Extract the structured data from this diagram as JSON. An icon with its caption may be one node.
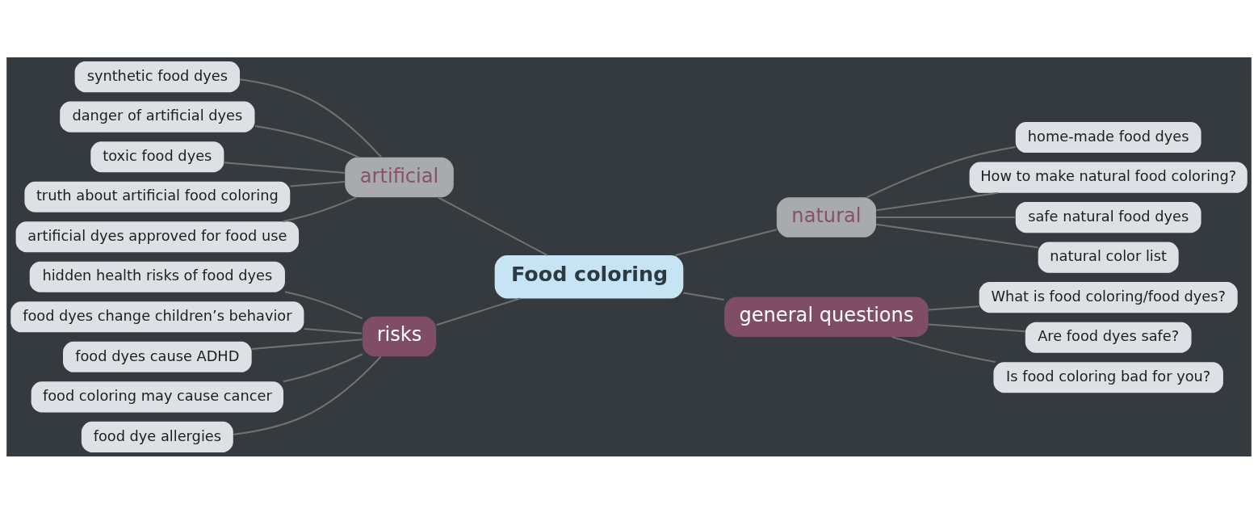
{
  "diagram": {
    "nodes": [
      {
        "text": [
          "Food coloring"
        ]
      },
      {
        "text": [
          "artificial"
        ]
      },
      {
        "text": [
          "synthetic food dyes"
        ]
      },
      {
        "text": [
          "danger of artificial dyes"
        ]
      },
      {
        "text": [
          "toxic food dyes"
        ]
      },
      {
        "text": [
          "truth about artificial food coloring"
        ]
      },
      {
        "text": [
          "artificial dyes approved for food use"
        ]
      },
      {
        "text": [
          "natural"
        ]
      },
      {
        "text": [
          "home-made food dyes"
        ]
      },
      {
        "text": [
          "How to make natural food coloring?"
        ]
      },
      {
        "text": [
          "safe natural food dyes"
        ]
      },
      {
        "text": [
          "natural color list"
        ]
      },
      {
        "text": [
          "risks"
        ]
      },
      {
        "text": [
          "hidden health risks of food dyes"
        ]
      },
      {
        "text": [
          "food dyes change children’s behavior"
        ]
      },
      {
        "text": [
          "food dyes cause ADHD"
        ]
      },
      {
        "text": [
          "food coloring may cause cancer"
        ]
      },
      {
        "text": [
          "food dye allergies"
        ]
      },
      {
        "text": [
          "general questions"
        ]
      },
      {
        "text": [
          "What is food coloring/food dyes?"
        ]
      },
      {
        "text": [
          "Are food dyes safe?"
        ]
      },
      {
        "text": [
          "Is food coloring bad for you?"
        ]
      }
    ],
    "edges": [
      {
        "from": 0,
        "to": 1,
        "arrow": "none"
      },
      {
        "from": 1,
        "to": 2,
        "arrow": "none"
      },
      {
        "from": 1,
        "to": 3,
        "arrow": "none"
      },
      {
        "from": 1,
        "to": 4,
        "arrow": "none"
      },
      {
        "from": 1,
        "to": 5,
        "arrow": "none"
      },
      {
        "from": 1,
        "to": 6,
        "arrow": "none"
      },
      {
        "from": 0,
        "to": 7,
        "arrow": "none"
      },
      {
        "from": 7,
        "to": 8,
        "arrow": "none"
      },
      {
        "from": 7,
        "to": 9,
        "arrow": "none"
      },
      {
        "from": 7,
        "to": 10,
        "arrow": "none"
      },
      {
        "from": 7,
        "to": 11,
        "arrow": "none"
      },
      {
        "from": 0,
        "to": 12,
        "arrow": "none"
      },
      {
        "from": 12,
        "to": 13,
        "arrow": "none"
      },
      {
        "from": 12,
        "to": 14,
        "arrow": "none"
      },
      {
        "from": 12,
        "to": 15,
        "arrow": "none"
      },
      {
        "from": 12,
        "to": 16,
        "arrow": "none"
      },
      {
        "from": 12,
        "to": 17,
        "arrow": "none"
      },
      {
        "from": 0,
        "to": 18,
        "arrow": "none"
      },
      {
        "from": 18,
        "to": 19,
        "arrow": "none"
      },
      {
        "from": 18,
        "to": 20,
        "arrow": "none"
      },
      {
        "from": 18,
        "to": 21,
        "arrow": "none"
      }
    ]
  }
}
